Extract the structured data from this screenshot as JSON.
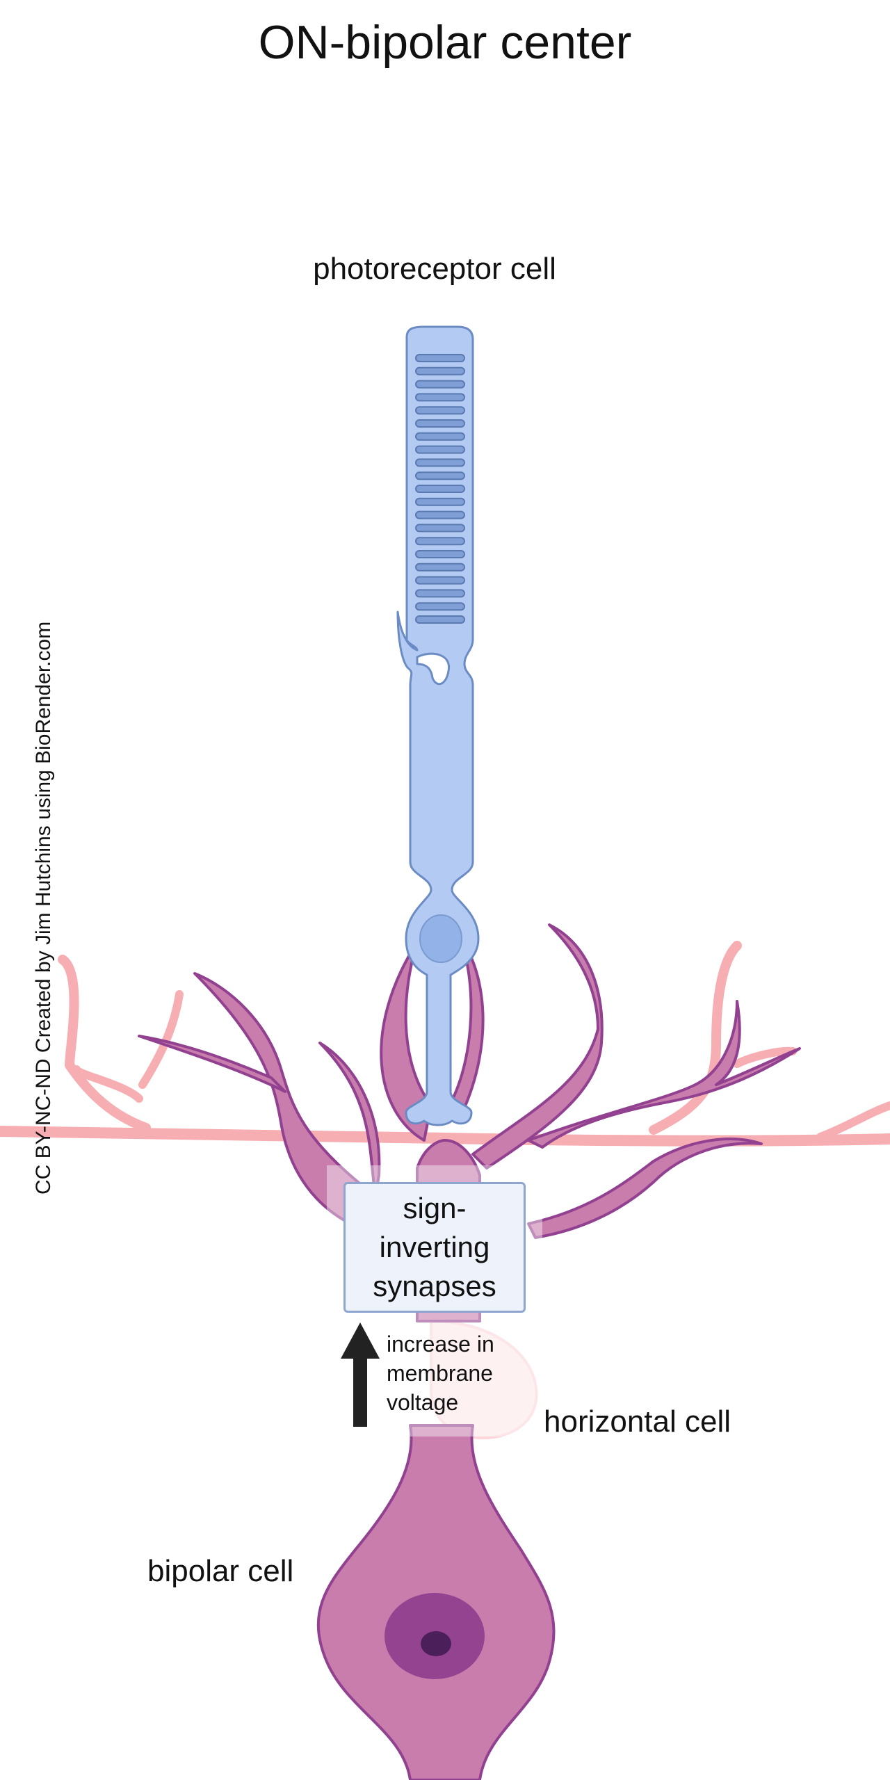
{
  "title": "ON-bipolar center",
  "labels": {
    "photoreceptor": "photoreceptor cell",
    "horizontal": "horizontal cell",
    "bipolar": "bipolar cell"
  },
  "synapse_box": {
    "line1": "sign-",
    "line2": "inverting",
    "line3": "synapses"
  },
  "voltage_note": {
    "line1": "increase in",
    "line2": "membrane",
    "line3": "voltage"
  },
  "credit": "CC BY-NC-ND Created by Jim Hutchins using BioRender.com",
  "colors": {
    "photoreceptor_fill": "#b3cbf2",
    "photoreceptor_stroke": "#6a8bc4",
    "bipolar_fill": "#c97dad",
    "bipolar_stroke": "#91418f",
    "nucleus": "#93438f",
    "nucleolus": "#4a1f5a",
    "horizontal_fill": "#fbbcbc",
    "horizontal_stroke": "#f5a3a8",
    "arrow": "#222222"
  }
}
